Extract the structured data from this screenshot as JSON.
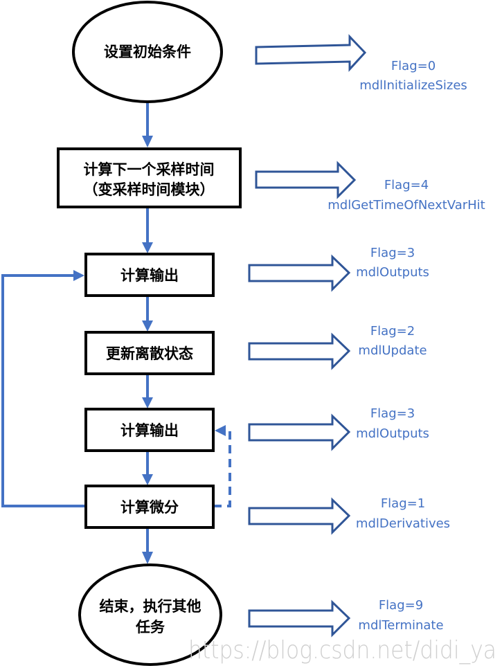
{
  "title": "S-function simulation flow",
  "colors": {
    "flow_line": "#4472C4",
    "block_arrow": "#2F5597",
    "label": "#4472C4",
    "node_border": "#000000",
    "watermark": "#cfcfcf"
  },
  "nodes": [
    {
      "id": "init",
      "shape": "ellipse",
      "lines": [
        "设置初始条件"
      ]
    },
    {
      "id": "next_time",
      "shape": "rect",
      "lines": [
        "计算下一个采样时间",
        "（变采样时间模块）"
      ]
    },
    {
      "id": "outputs1",
      "shape": "rect",
      "lines": [
        "计算输出"
      ]
    },
    {
      "id": "update",
      "shape": "rect",
      "lines": [
        "更新离散状态"
      ]
    },
    {
      "id": "outputs2",
      "shape": "rect",
      "lines": [
        "计算输出"
      ]
    },
    {
      "id": "derivatives",
      "shape": "rect",
      "lines": [
        "计算微分"
      ]
    },
    {
      "id": "terminate",
      "shape": "ellipse",
      "lines": [
        "结束，执行其他",
        "任务"
      ]
    }
  ],
  "flags": [
    {
      "node": "init",
      "flag": "Flag=0",
      "method": "mdlInitializeSizes"
    },
    {
      "node": "next_time",
      "flag": "Flag=4",
      "method": "mdlGetTimeOfNextVarHit"
    },
    {
      "node": "outputs1",
      "flag": "Flag=3",
      "method": "mdlOutputs"
    },
    {
      "node": "update",
      "flag": "Flag=2",
      "method": "mdlUpdate"
    },
    {
      "node": "outputs2",
      "flag": "Flag=3",
      "method": "mdlOutputs"
    },
    {
      "node": "derivatives",
      "flag": "Flag=1",
      "method": "mdlDerivatives"
    },
    {
      "node": "terminate",
      "flag": "Flag=9",
      "method": "mdlTerminate"
    }
  ],
  "edges": [
    {
      "from": "init",
      "to": "next_time",
      "style": "solid"
    },
    {
      "from": "next_time",
      "to": "outputs1",
      "style": "solid"
    },
    {
      "from": "outputs1",
      "to": "update",
      "style": "solid"
    },
    {
      "from": "update",
      "to": "outputs2",
      "style": "solid"
    },
    {
      "from": "outputs2",
      "to": "derivatives",
      "style": "solid"
    },
    {
      "from": "derivatives",
      "to": "terminate",
      "style": "solid"
    },
    {
      "from": "derivatives",
      "to": "outputs1",
      "style": "solid",
      "route": "left-loop"
    },
    {
      "from": "derivatives",
      "to": "outputs2",
      "style": "dashed",
      "route": "right-loop"
    }
  ],
  "watermark": "https://blog.csdn.net/didi_ya"
}
